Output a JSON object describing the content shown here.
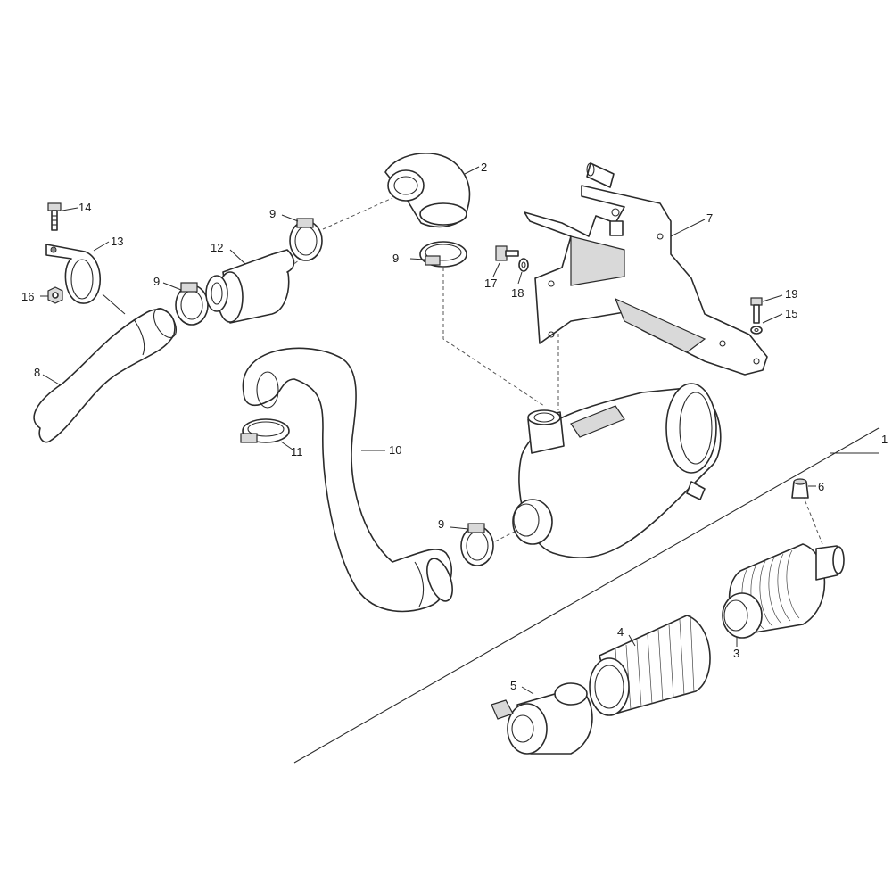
{
  "diagram": {
    "callouts": [
      {
        "id": "c1",
        "text": "1"
      },
      {
        "id": "c2",
        "text": "2"
      },
      {
        "id": "c3",
        "text": "3"
      },
      {
        "id": "c4",
        "text": "4"
      },
      {
        "id": "c5",
        "text": "5"
      },
      {
        "id": "c6",
        "text": "6"
      },
      {
        "id": "c7",
        "text": "7"
      },
      {
        "id": "c8",
        "text": "8"
      },
      {
        "id": "c9a",
        "text": "9"
      },
      {
        "id": "c9b",
        "text": "9"
      },
      {
        "id": "c9c",
        "text": "9"
      },
      {
        "id": "c9d",
        "text": "9"
      },
      {
        "id": "c10",
        "text": "10"
      },
      {
        "id": "c11",
        "text": "11"
      },
      {
        "id": "c12",
        "text": "12"
      },
      {
        "id": "c13",
        "text": "13"
      },
      {
        "id": "c14",
        "text": "14"
      },
      {
        "id": "c15",
        "text": "15"
      },
      {
        "id": "c16",
        "text": "16"
      },
      {
        "id": "c17",
        "text": "17"
      },
      {
        "id": "c18",
        "text": "18"
      },
      {
        "id": "c19",
        "text": "19"
      }
    ]
  }
}
